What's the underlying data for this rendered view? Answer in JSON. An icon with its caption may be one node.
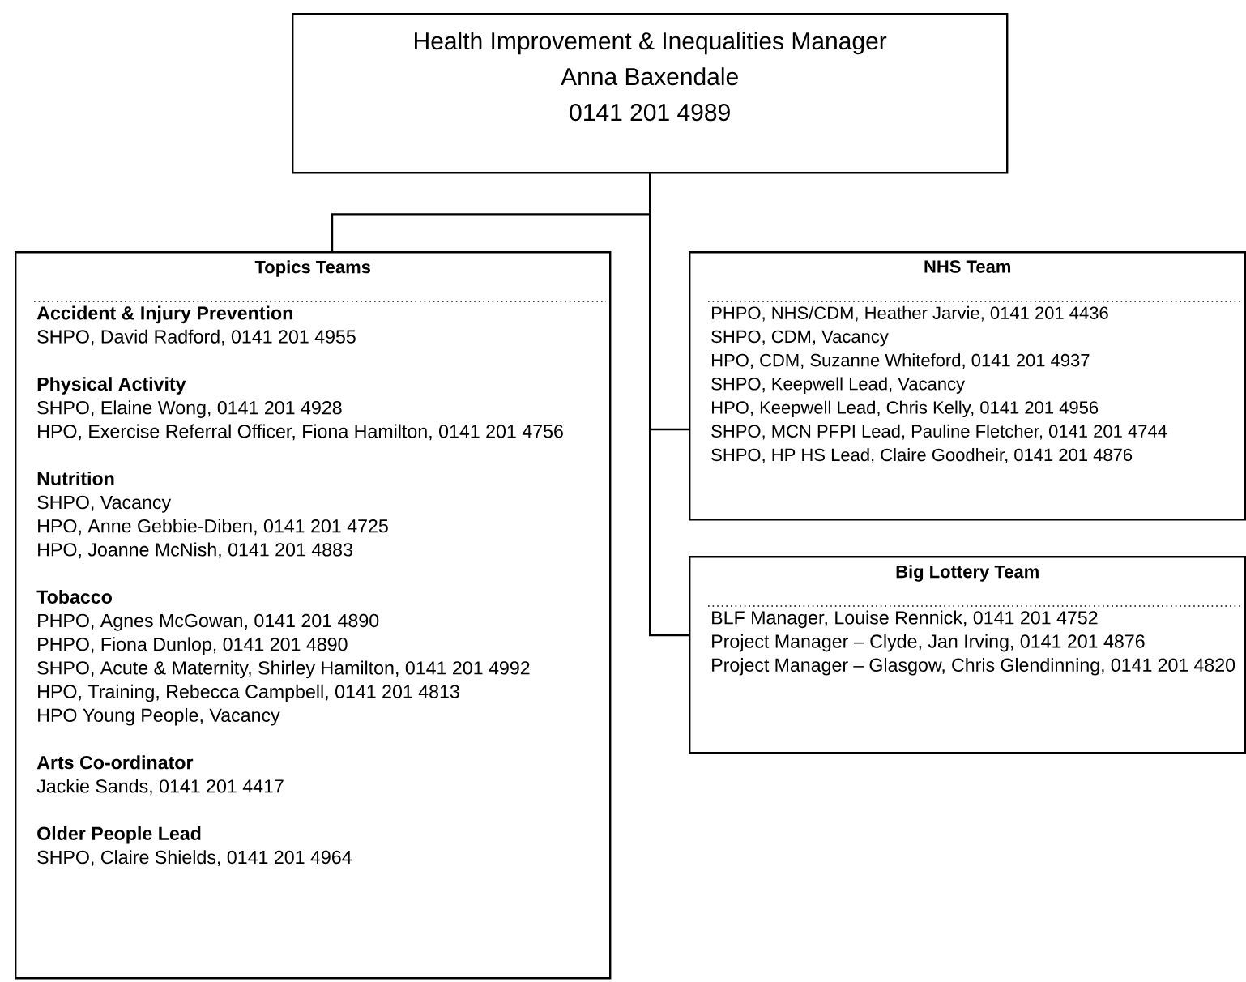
{
  "diagram": {
    "nodes": [
      {
        "text": [
          "Health Improvement & Inequalities Manager",
          "Anna Baxendale",
          "0141 201 4989"
        ]
      },
      {
        "text": [
          "Topics Teams",
          "Accident & Injury Prevention",
          "SHPO, David Radford, 0141 201 4955",
          "Physical Activity",
          "SHPO, Elaine Wong, 0141 201 4928",
          "HPO, Exercise Referral Officer, Fiona Hamilton, 0141 201 4756",
          "Nutrition",
          "SHPO, Vacancy",
          "HPO, Anne Gebbie-Diben, 0141 201 4725",
          "HPO, Joanne McNish, 0141 201 4883",
          "Tobacco",
          "PHPO, Agnes McGowan, 0141 201 4890",
          "PHPO, Fiona Dunlop, 0141 201 4890",
          "SHPO, Acute & Maternity, Shirley Hamilton, 0141 201 4992",
          "HPO, Training, Rebecca Campbell, 0141 201 4813",
          "HPO Young People, Vacancy",
          "Arts Co-ordinator",
          "Jackie Sands, 0141 201 4417",
          "Older People Lead",
          "SHPO, Claire Shields, 0141 201 4964"
        ]
      },
      {
        "text": [
          "NHS Team",
          "PHPO, NHS/CDM, Heather Jarvie, 0141 201 4436",
          "SHPO, CDM, Vacancy",
          "HPO, CDM, Suzanne Whiteford, 0141 201 4937",
          "SHPO, Keepwell Lead, Vacancy",
          "HPO, Keepwell Lead, Chris Kelly, 0141 201 4956",
          "SHPO, MCN PFPI Lead, Pauline Fletcher, 0141 201 4744",
          "SHPO, HP HS Lead, Claire Goodheir, 0141 201 4876"
        ]
      },
      {
        "text": [
          "Big Lottery Team",
          "BLF Manager, Louise Rennick, 0141 201 4752",
          "Project Manager – Clyde, Jan Irving, 0141 201 4876",
          "Project Manager – Glasgow, Chris Glendinning, 0141 201 4820"
        ]
      }
    ],
    "edges": [
      {
        "from": 0,
        "to": 1,
        "arrow": "none"
      },
      {
        "from": 0,
        "to": 2,
        "arrow": "none"
      },
      {
        "from": 0,
        "to": 3,
        "arrow": "none"
      }
    ]
  }
}
